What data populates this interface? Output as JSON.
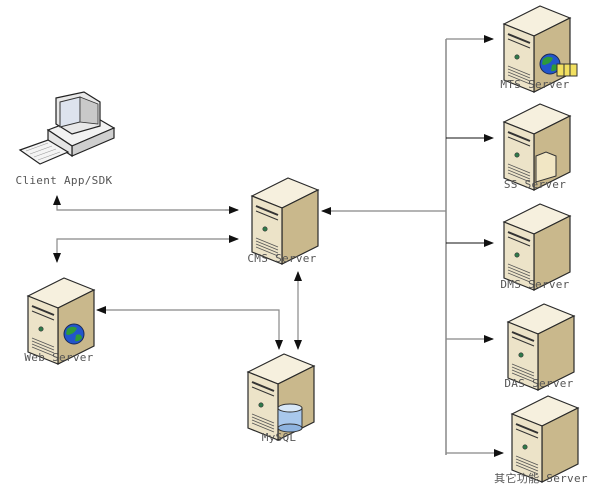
{
  "diagram": {
    "type": "network-architecture",
    "nodes": [
      {
        "id": "client",
        "label": "Client App/SDK",
        "icon": "desktop-computer-icon"
      },
      {
        "id": "cms",
        "label": "CMS Server",
        "icon": "server-icon"
      },
      {
        "id": "web",
        "label": "Web Server",
        "icon": "web-server-icon",
        "badge": "globe-icon"
      },
      {
        "id": "mysql",
        "label": "MySQL",
        "icon": "database-server-icon",
        "badge": "database-cylinder-icon"
      },
      {
        "id": "mts",
        "label": "MTS Server",
        "icon": "media-server-icon",
        "badge": "globe-film-icon"
      },
      {
        "id": "ss",
        "label": "SS Server",
        "icon": "storage-server-icon",
        "badge": "folder-icon"
      },
      {
        "id": "dms",
        "label": "DMS Server",
        "icon": "server-icon"
      },
      {
        "id": "das",
        "label": "DAS Server",
        "icon": "server-icon"
      },
      {
        "id": "other",
        "label": "其它功能 Server",
        "icon": "server-icon"
      }
    ],
    "edges": [
      {
        "from": "cms",
        "to": "client",
        "arrow": "end"
      },
      {
        "from": "client",
        "to": "cms",
        "arrow": "end"
      },
      {
        "from": "cms",
        "to": "web",
        "arrow": "both"
      },
      {
        "from": "web",
        "to": "mysql",
        "arrow": "both"
      },
      {
        "from": "cms",
        "to": "mysql",
        "arrow": "both"
      },
      {
        "from": "bus",
        "to": "cms",
        "arrow": "end"
      },
      {
        "from": "bus",
        "to": "mts",
        "arrow": "end"
      },
      {
        "from": "bus",
        "to": "ss",
        "arrow": "end"
      },
      {
        "from": "bus",
        "to": "dms",
        "arrow": "end"
      },
      {
        "from": "bus",
        "to": "das",
        "arrow": "end"
      },
      {
        "from": "bus",
        "to": "other",
        "arrow": "end"
      }
    ]
  },
  "colors": {
    "line": "#888888",
    "arrow": "#111111",
    "server_light": "#f3ecd8",
    "server_mid": "#d9cba6",
    "server_dark": "#b8a57a",
    "outline": "#2a2a2a",
    "globe_blue": "#2255cc",
    "globe_green": "#2e9a3a",
    "label": "#555555"
  }
}
